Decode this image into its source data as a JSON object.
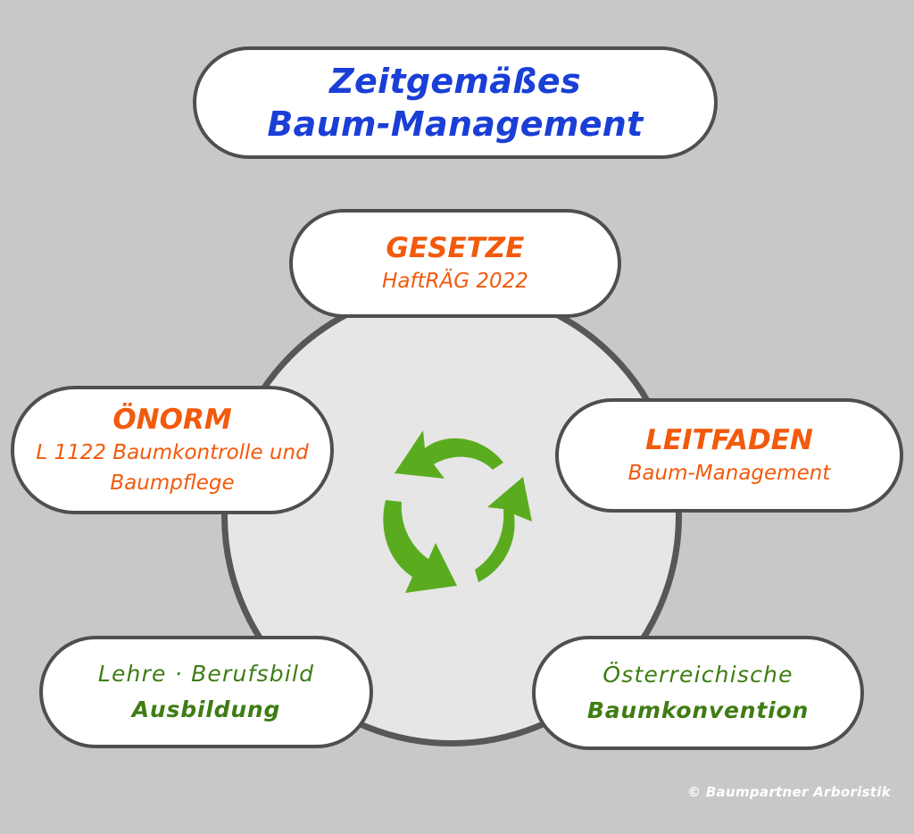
{
  "title": {
    "line1": "Zeitgemäßes",
    "line2": "Baum-Management"
  },
  "nodes": {
    "gesetze": {
      "heading": "GESETZE",
      "sub": "HaftRÄG 2022"
    },
    "oenorm": {
      "heading": "ÖNORM",
      "sub_line1": "L 1122 Baumkontrolle und",
      "sub_line2": "Baumpflege"
    },
    "leitfaden": {
      "heading": "LEITFADEN",
      "sub": "Baum-Management"
    },
    "lehre": {
      "line1": "Lehre · Berufsbild",
      "line2": "Ausbildung"
    },
    "konvention": {
      "line1": "Österreichische",
      "line2": "Baumkonvention"
    }
  },
  "center_icon": "recycle-arrows-icon",
  "copyright": "© Baumpartner Arboristik",
  "colors": {
    "background": "#c8c8c8",
    "title_blue": "#1a3fd6",
    "orange": "#f25a0c",
    "green_text": "#3e7d13",
    "arrow_green": "#5aac1e",
    "outline": "#4f4f4f"
  }
}
